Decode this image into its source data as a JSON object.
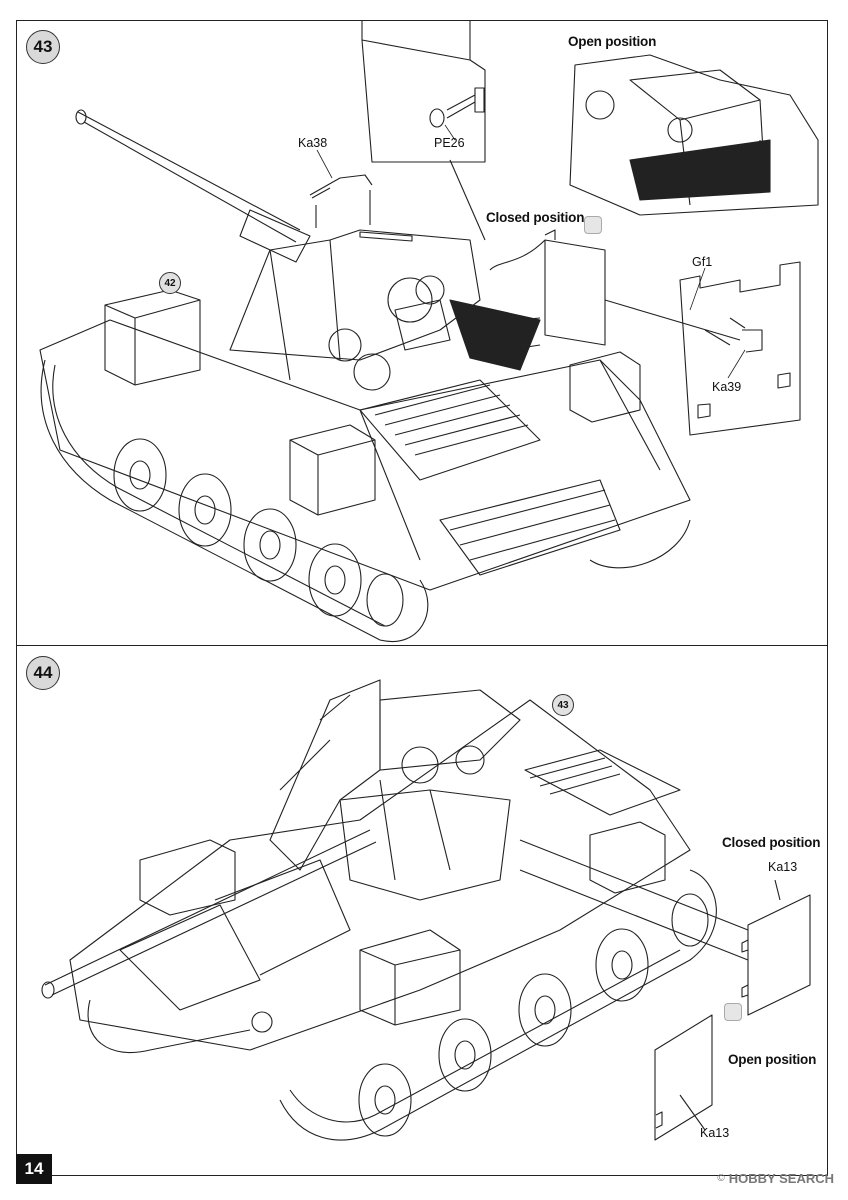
{
  "page": {
    "number": "14"
  },
  "steps": [
    {
      "number": "43",
      "ref_step": "42",
      "closed_label": "Closed position",
      "open_label": "Open position",
      "parts": {
        "ka38": "Ka38",
        "pe26": "PE26",
        "gf1": "Gf1",
        "ka39": "Ka39"
      }
    },
    {
      "number": "44",
      "ref_step": "43",
      "closed_label": "Closed position",
      "open_label": "Open position",
      "parts": {
        "ka13_closed": "Ka13",
        "ka13_open": "Ka13"
      }
    }
  ],
  "watermark": {
    "brand": "HOBBY SEARCH",
    "copyright": "©"
  },
  "icons": [
    "swap-position-icon",
    "swap-position-icon"
  ]
}
